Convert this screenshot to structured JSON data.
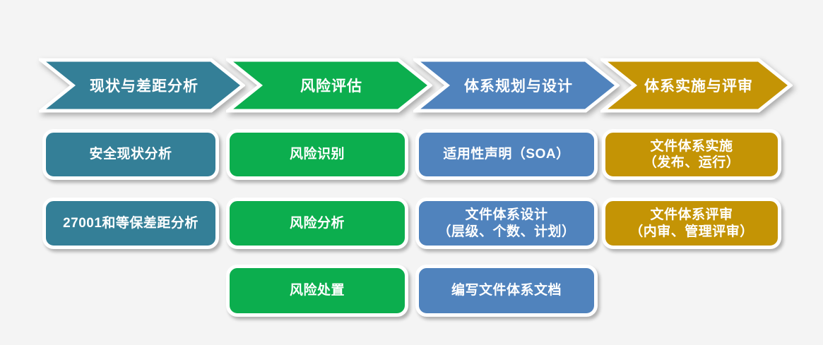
{
  "page": {
    "background_color": "#f4f4f4",
    "text_color": "#ffffff",
    "border_color": "#ffffff"
  },
  "process": {
    "stages": [
      {
        "label": "现状与差距分析",
        "color": "#347f97",
        "steps": [
          {
            "lines": [
              "安全现状分析"
            ]
          },
          {
            "lines": [
              "27001和等保差距分析"
            ]
          }
        ]
      },
      {
        "label": "风险评估",
        "color": "#0cae4e",
        "steps": [
          {
            "lines": [
              "风险识别"
            ]
          },
          {
            "lines": [
              "风险分析"
            ]
          },
          {
            "lines": [
              "风险处置"
            ]
          }
        ]
      },
      {
        "label": "体系规划与设计",
        "color": "#5083bd",
        "steps": [
          {
            "lines": [
              "适用性声明（SOA）"
            ]
          },
          {
            "lines": [
              "文件体系设计",
              "（层级、个数、计划）"
            ]
          },
          {
            "lines": [
              "编写文件体系文档"
            ]
          }
        ]
      },
      {
        "label": "体系实施与评审",
        "color": "#c49405",
        "steps": [
          {
            "lines": [
              "文件体系实施",
              "（发布、运行）"
            ]
          },
          {
            "lines": [
              "文件体系评审",
              "（内审、管理评审）"
            ]
          }
        ]
      }
    ]
  }
}
